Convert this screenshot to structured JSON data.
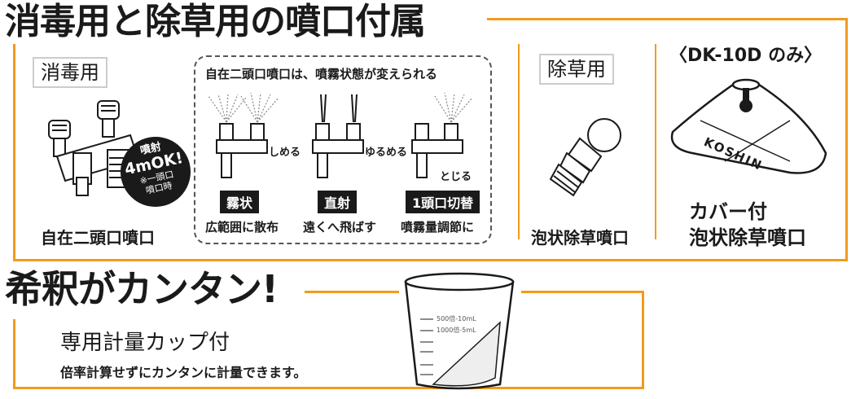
{
  "heading_top": "消毒用と除草用の噴口付属",
  "disinfect": {
    "tag": "消毒用",
    "nozzle_label": "自在二頭口噴口",
    "badge": {
      "line1": "噴射",
      "line2": "4mOK!",
      "line3": "※一頭口",
      "line4": "噴口時"
    },
    "dashed_title": "自在二頭口噴口は、噴霧状態が変えられる",
    "modes": [
      {
        "action": "しめる",
        "badge": "霧状",
        "caption": "広範囲に散布"
      },
      {
        "action": "ゆるめる",
        "badge": "直射",
        "caption": "遠くへ飛ばす"
      },
      {
        "action": "とじる",
        "badge": "1頭口切替",
        "caption": "噴霧量調節に"
      }
    ]
  },
  "weed": {
    "tag": "除草用",
    "nozzle_label": "泡状除草噴口"
  },
  "dk10d": {
    "header": "〈DK-10D のみ〉",
    "cover_brand": "KOSHIN",
    "label_line1": "カバー付",
    "label_line2": "泡状除草噴口"
  },
  "dilution": {
    "heading": "希釈がカンタン!",
    "subtitle": "専用計量カップ付",
    "desc": "倍率計算せずにカンタンに計量できます。",
    "cup_marks": [
      "500倍-10mL",
      "1000倍-5mL"
    ]
  },
  "colors": {
    "accent": "#f39a1e",
    "ink": "#1a1a1a"
  }
}
